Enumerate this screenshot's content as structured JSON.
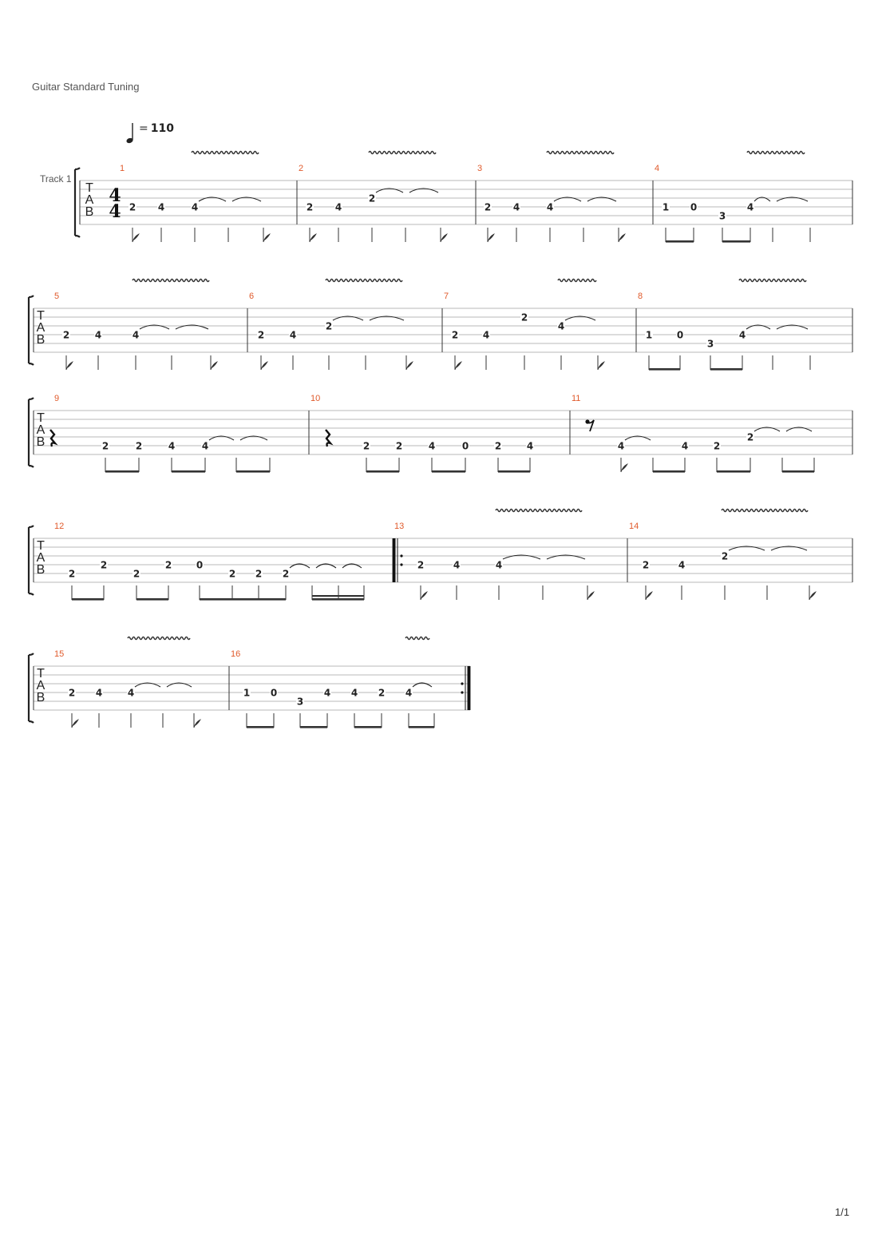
{
  "header": {
    "tuning": "Guitar Standard Tuning",
    "track_name": "Track 1",
    "tempo_value": "110",
    "time_signature": {
      "top": "4",
      "bottom": "4"
    },
    "tab_letters": [
      "T",
      "A",
      "B"
    ]
  },
  "footer": {
    "page_number": "1/1"
  },
  "colors": {
    "measure_number": "#e05a2b",
    "ink": "#222222",
    "staff_line": "#b9b9b9"
  },
  "systems": [
    {
      "measures": [
        {
          "number": "1",
          "vibrato": true,
          "notes": [
            {
              "f": "2",
              "s": 4,
              "b": 0,
              "d": "8"
            },
            {
              "f": "4",
              "s": 4,
              "b": 1,
              "d": "4"
            },
            {
              "f": "4",
              "s": 4,
              "b": 2,
              "d": "4",
              "tie": true
            },
            {
              "f": "",
              "s": 4,
              "b": 3,
              "d": "4",
              "tied": true
            },
            {
              "f": "",
              "s": 4,
              "b": 4,
              "d": "8",
              "tied": true
            }
          ]
        },
        {
          "number": "2",
          "vibrato": true,
          "notes": [
            {
              "f": "2",
              "s": 4,
              "b": 0,
              "d": "8"
            },
            {
              "f": "4",
              "s": 4,
              "b": 1,
              "d": "4"
            },
            {
              "f": "2",
              "s": 3,
              "b": 2,
              "d": "4",
              "tie": true
            },
            {
              "f": "",
              "s": 3,
              "b": 3,
              "d": "4",
              "tied": true
            },
            {
              "f": "",
              "s": 3,
              "b": 4,
              "d": "8",
              "tied": true
            }
          ]
        },
        {
          "number": "3",
          "vibrato": true,
          "notes": [
            {
              "f": "2",
              "s": 4,
              "b": 0,
              "d": "8"
            },
            {
              "f": "4",
              "s": 4,
              "b": 1,
              "d": "4"
            },
            {
              "f": "4",
              "s": 4,
              "b": 2,
              "d": "4",
              "tie": true
            },
            {
              "f": "",
              "s": 4,
              "b": 3,
              "d": "4",
              "tied": true
            },
            {
              "f": "",
              "s": 4,
              "b": 4,
              "d": "8",
              "tied": true
            }
          ]
        },
        {
          "number": "4",
          "vibrato": true,
          "notes": [
            {
              "f": "1",
              "s": 4,
              "b": 0,
              "d": "b8"
            },
            {
              "f": "0",
              "s": 4,
              "b": 1,
              "d": "b8"
            },
            {
              "f": "3",
              "s": 5,
              "b": 2,
              "d": "b8"
            },
            {
              "f": "4",
              "s": 4,
              "b": 3,
              "d": "b8",
              "tie": true
            },
            {
              "f": "",
              "s": 4,
              "b": 4,
              "d": "4",
              "tied": true
            },
            {
              "f": "",
              "s": 4,
              "b": 5,
              "d": "4",
              "tied": true
            }
          ]
        }
      ]
    },
    {
      "measures": [
        {
          "number": "5",
          "vibrato": true,
          "notes": [
            {
              "f": "2",
              "s": 4,
              "b": 0,
              "d": "8"
            },
            {
              "f": "4",
              "s": 4,
              "b": 1,
              "d": "4"
            },
            {
              "f": "4",
              "s": 4,
              "b": 2,
              "d": "4",
              "tie": true
            },
            {
              "f": "",
              "s": 4,
              "b": 3,
              "d": "4",
              "tied": true
            },
            {
              "f": "",
              "s": 4,
              "b": 4,
              "d": "8",
              "tied": true
            }
          ]
        },
        {
          "number": "6",
          "vibrato": true,
          "notes": [
            {
              "f": "2",
              "s": 4,
              "b": 0,
              "d": "8"
            },
            {
              "f": "4",
              "s": 4,
              "b": 1,
              "d": "4"
            },
            {
              "f": "2",
              "s": 3,
              "b": 2,
              "d": "4",
              "tie": true
            },
            {
              "f": "",
              "s": 3,
              "b": 3,
              "d": "4",
              "tied": true
            },
            {
              "f": "",
              "s": 3,
              "b": 4,
              "d": "8",
              "tied": true
            }
          ]
        },
        {
          "number": "7",
          "vibrato": true,
          "notes": [
            {
              "f": "2",
              "s": 4,
              "b": 0,
              "d": "8"
            },
            {
              "f": "4",
              "s": 4,
              "b": 1,
              "d": "4"
            },
            {
              "f": "2",
              "s": 2,
              "b": 2,
              "d": "4"
            },
            {
              "f": "4",
              "s": 3,
              "b": 3,
              "d": "4",
              "tie": true
            },
            {
              "f": "",
              "s": 3,
              "b": 4,
              "d": "8",
              "tied": true
            }
          ]
        },
        {
          "number": "8",
          "vibrato": true,
          "notes": [
            {
              "f": "1",
              "s": 4,
              "b": 0,
              "d": "b8"
            },
            {
              "f": "0",
              "s": 4,
              "b": 1,
              "d": "b8"
            },
            {
              "f": "3",
              "s": 5,
              "b": 2,
              "d": "b8"
            },
            {
              "f": "4",
              "s": 4,
              "b": 3,
              "d": "b8",
              "tie": true
            },
            {
              "f": "",
              "s": 4,
              "b": 4,
              "d": "4",
              "tied": true
            },
            {
              "f": "",
              "s": 4,
              "b": 5,
              "d": "4",
              "tied": true
            }
          ]
        }
      ]
    },
    {
      "measures": [
        {
          "number": "9",
          "vibrato": false,
          "rest": "quarter",
          "notes": [
            {
              "f": "2",
              "s": 5,
              "b": 0,
              "d": "b8"
            },
            {
              "f": "2",
              "s": 5,
              "b": 1,
              "d": "b8"
            },
            {
              "f": "4",
              "s": 5,
              "b": 2,
              "d": "b8"
            },
            {
              "f": "4",
              "s": 5,
              "b": 3,
              "d": "b8",
              "tie": true
            },
            {
              "f": "",
              "s": 5,
              "b": 4,
              "d": "b8",
              "tied": true
            },
            {
              "f": "",
              "s": 5,
              "b": 5,
              "d": "b8",
              "tied": true
            }
          ]
        },
        {
          "number": "10",
          "vibrato": false,
          "rest": "quarter",
          "notes": [
            {
              "f": "2",
              "s": 5,
              "b": 0,
              "d": "b8"
            },
            {
              "f": "2",
              "s": 5,
              "b": 1,
              "d": "b8"
            },
            {
              "f": "4",
              "s": 5,
              "b": 2,
              "d": "b8"
            },
            {
              "f": "0",
              "s": 5,
              "b": 3,
              "d": "b8"
            },
            {
              "f": "2",
              "s": 5,
              "b": 4,
              "d": "b8"
            },
            {
              "f": "4",
              "s": 5,
              "b": 5,
              "d": "b8"
            }
          ]
        },
        {
          "number": "11",
          "vibrato": false,
          "rest": "eighth",
          "notes": [
            {
              "f": "4",
              "s": 5,
              "b": 0,
              "d": "8",
              "tie": true
            },
            {
              "f": "",
              "s": 5,
              "b": 1,
              "d": "b8",
              "tied": true
            },
            {
              "f": "4",
              "s": 5,
              "b": 2,
              "d": "b8"
            },
            {
              "f": "2",
              "s": 5,
              "b": 3,
              "d": "b8"
            },
            {
              "f": "2",
              "s": 4,
              "b": 4,
              "d": "b8",
              "tie": true
            },
            {
              "f": "",
              "s": 4,
              "b": 5,
              "d": "b8",
              "tied": true
            },
            {
              "f": "",
              "s": 4,
              "b": 6,
              "d": "b8",
              "tied": true
            }
          ]
        }
      ]
    },
    {
      "measures": [
        {
          "number": "12",
          "vibrato": false,
          "notes": [
            {
              "f": "2",
              "s": 5,
              "b": 0,
              "d": "b8"
            },
            {
              "f": "2",
              "s": 4,
              "b": 1,
              "d": "b8"
            },
            {
              "f": "2",
              "s": 5,
              "b": 2,
              "d": "b8"
            },
            {
              "f": "2",
              "s": 4,
              "b": 3,
              "d": "b8"
            },
            {
              "f": "0",
              "s": 4,
              "b": 4,
              "d": "b8"
            },
            {
              "f": "2",
              "s": 5,
              "b": 5,
              "d": "b16"
            },
            {
              "f": "2",
              "s": 5,
              "b": 6,
              "d": "b16"
            },
            {
              "f": "2",
              "s": 5,
              "b": 7,
              "d": "b16",
              "tie": true
            },
            {
              "f": "",
              "s": 5,
              "b": 8,
              "d": "b16",
              "tied": true
            },
            {
              "f": "",
              "s": 5,
              "b": 9,
              "d": "b16",
              "tied": true
            },
            {
              "f": "",
              "s": 5,
              "b": 10,
              "d": "b16",
              "tied": true
            }
          ]
        },
        {
          "number": "13",
          "vibrato": true,
          "repeat_start": true,
          "notes": [
            {
              "f": "2",
              "s": 4,
              "b": 0,
              "d": "8"
            },
            {
              "f": "4",
              "s": 4,
              "b": 1,
              "d": "4"
            },
            {
              "f": "4",
              "s": 4,
              "b": 2,
              "d": "4",
              "tie": true
            },
            {
              "f": "",
              "s": 4,
              "b": 3,
              "d": "4",
              "tied": true
            },
            {
              "f": "",
              "s": 4,
              "b": 4,
              "d": "8",
              "tied": true
            }
          ]
        },
        {
          "number": "14",
          "vibrato": true,
          "notes": [
            {
              "f": "2",
              "s": 4,
              "b": 0,
              "d": "8"
            },
            {
              "f": "4",
              "s": 4,
              "b": 1,
              "d": "4"
            },
            {
              "f": "2",
              "s": 3,
              "b": 2,
              "d": "4",
              "tie": true
            },
            {
              "f": "",
              "s": 3,
              "b": 3,
              "d": "4",
              "tied": true
            },
            {
              "f": "",
              "s": 3,
              "b": 4,
              "d": "8",
              "tied": true
            }
          ]
        }
      ]
    },
    {
      "measures": [
        {
          "number": "15",
          "vibrato": true,
          "notes": [
            {
              "f": "2",
              "s": 4,
              "b": 0,
              "d": "8"
            },
            {
              "f": "4",
              "s": 4,
              "b": 1,
              "d": "4"
            },
            {
              "f": "4",
              "s": 4,
              "b": 2,
              "d": "4",
              "tie": true
            },
            {
              "f": "",
              "s": 4,
              "b": 3,
              "d": "4",
              "tied": true
            },
            {
              "f": "",
              "s": 4,
              "b": 4,
              "d": "8",
              "tied": true
            }
          ]
        },
        {
          "number": "16",
          "vibrato": true,
          "repeat_end": true,
          "notes": [
            {
              "f": "1",
              "s": 4,
              "b": 0,
              "d": "b8"
            },
            {
              "f": "0",
              "s": 4,
              "b": 1,
              "d": "b8"
            },
            {
              "f": "3",
              "s": 5,
              "b": 2,
              "d": "b8"
            },
            {
              "f": "4",
              "s": 4,
              "b": 3,
              "d": "b8"
            },
            {
              "f": "4",
              "s": 4,
              "b": 4,
              "d": "b8"
            },
            {
              "f": "2",
              "s": 4,
              "b": 5,
              "d": "b8"
            },
            {
              "f": "4",
              "s": 4,
              "b": 6,
              "d": "b8",
              "tie": true
            },
            {
              "f": "",
              "s": 4,
              "b": 7,
              "d": "b8",
              "tied": true
            }
          ]
        }
      ]
    }
  ]
}
